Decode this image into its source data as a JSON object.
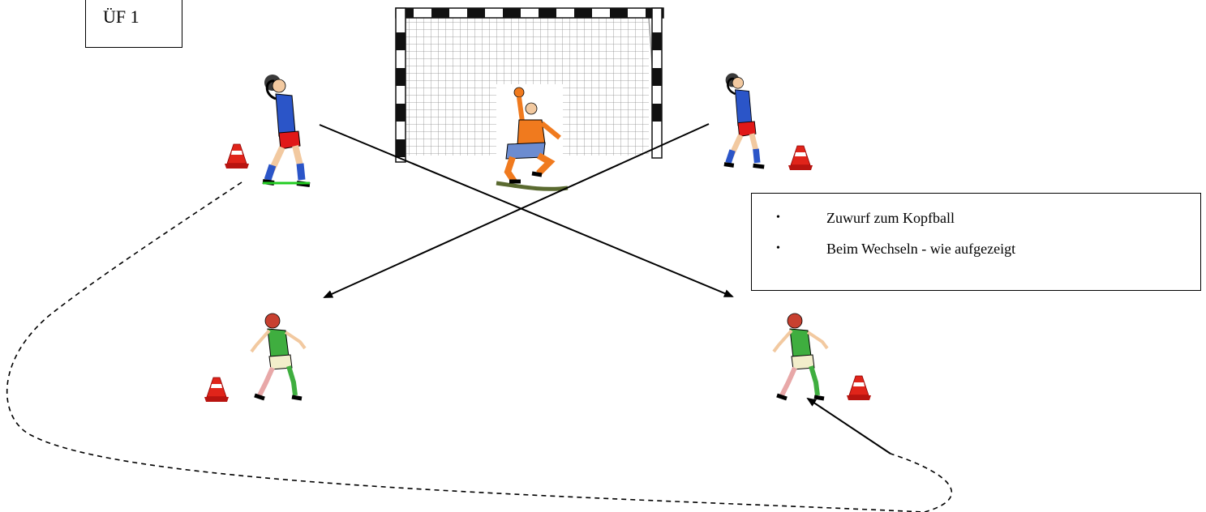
{
  "title_box": {
    "label": "ÜF 1"
  },
  "notes": {
    "items": [
      {
        "bullet": "•",
        "text": "Zuwurf zum Kopfball"
      },
      {
        "bullet": "•",
        "text": "Beim Wechseln -  wie aufgezeigt"
      }
    ]
  },
  "colors": {
    "ink": "#000000",
    "thrower_shirt": "#2b55c8",
    "thrower_shorts": "#e01818",
    "header_shirt": "#3fae3f",
    "header_shorts": "#f2eecb",
    "keeper_shirt": "#f07a1e",
    "keeper_shorts": "#6c8cd0",
    "cone": "#e0241a",
    "post_stripe": "#111111",
    "grass": "#22cc22"
  },
  "icons": [
    "goal-icon",
    "goalkeeper-icon",
    "thrower-icon",
    "header-player-icon",
    "cone-icon",
    "arrow-icon"
  ]
}
